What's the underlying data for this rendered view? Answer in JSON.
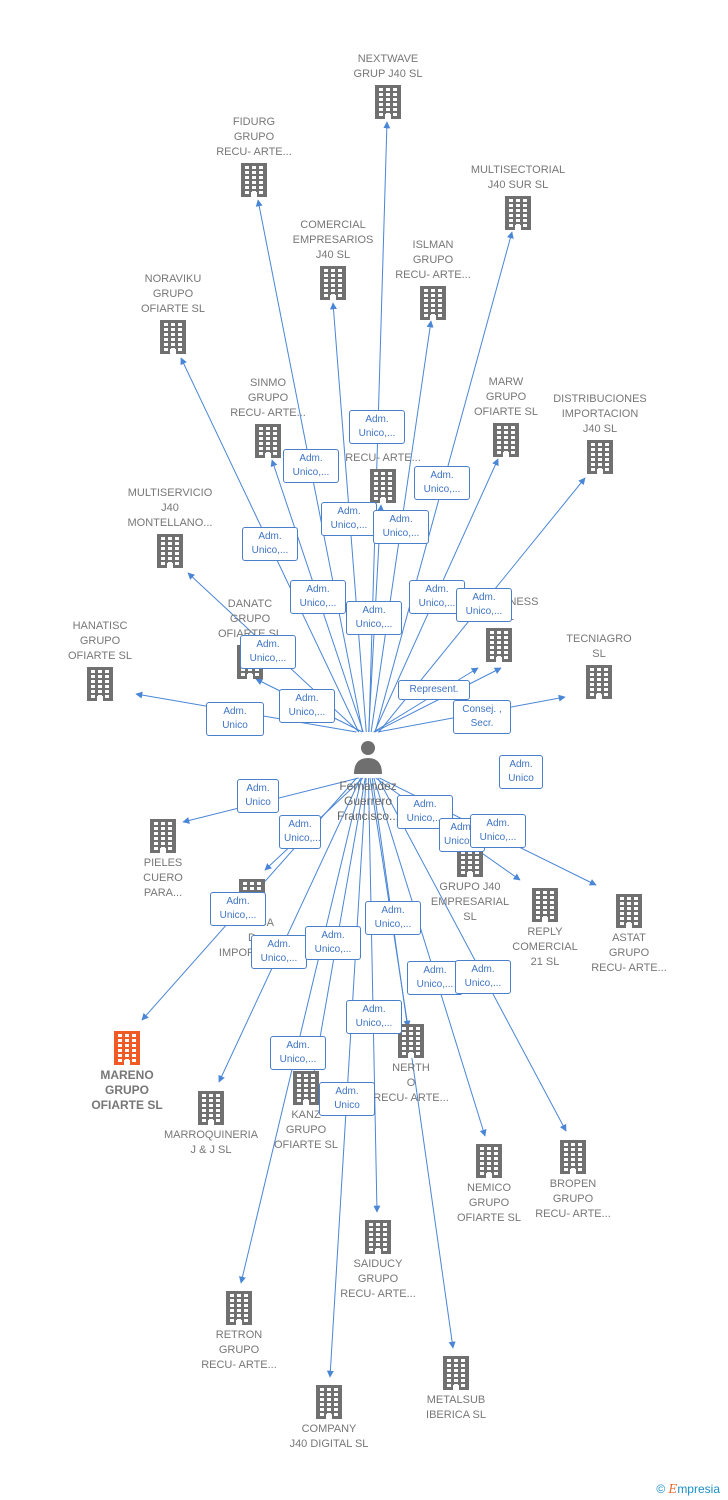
{
  "colors": {
    "edge": "#4a86d6",
    "building": "#707070",
    "highlight": "#f05a24",
    "person": "#6f6f6f"
  },
  "center": {
    "name": "Fernandez\nGuerrero\nFrancisco..."
  },
  "nodes": [
    {
      "id": "nextwave",
      "label": "NEXTWAVE\nGRUP J40  SL"
    },
    {
      "id": "fidurg",
      "label": "FIDURG\nGRUPO\nRECU- ARTE..."
    },
    {
      "id": "multisectorial",
      "label": "MULTISECTORIAL\nJ40 SUR  SL"
    },
    {
      "id": "comercial",
      "label": "COMERCIAL\nEMPRESARIOS\nJ40  SL"
    },
    {
      "id": "islman",
      "label": "ISLMAN\nGRUPO\nRECU- ARTE..."
    },
    {
      "id": "noraviku",
      "label": "NORAVIKU\nGRUPO\nOFIARTE  SL"
    },
    {
      "id": "sinmo",
      "label": "SINMO\nGRUPO\nRECU- ARTE..."
    },
    {
      "id": "marw",
      "label": "MARW\nGRUPO\nOFIARTE  SL"
    },
    {
      "id": "distribuciones",
      "label": "DISTRIBUCIONES\nIMPORTACION\nJ40  SL"
    },
    {
      "id": "recuarte",
      "label": "RECU- ARTE..."
    },
    {
      "id": "multiservicio",
      "label": "MULTISERVICIO\nJ40\nMONTELLANO..."
    },
    {
      "id": "techbusiness",
      "label": "ECHBUSINESS\nONAL"
    },
    {
      "id": "danatc",
      "label": "DANATC\nGRUPO\nOFIARTE  SL"
    },
    {
      "id": "hanatisc",
      "label": "HANATISC\nGRUPO\nOFIARTE  SL"
    },
    {
      "id": "tecniagro",
      "label": "TECNIAGRO\nSL"
    },
    {
      "id": "pieles",
      "label": "PIELES\nCUERO\nPARA..."
    },
    {
      "id": "grupoj40",
      "label": "GRUPO J40\nEMPRESARIAL\nSL"
    },
    {
      "id": "reply",
      "label": "REPLY\nCOMERCIAL\n21 SL"
    },
    {
      "id": "astat",
      "label": "ASTAT\nGRUPO\nRECU- ARTE..."
    },
    {
      "id": "iberica",
      "label": "IBERICA\nD\nIMPORTAC..."
    },
    {
      "id": "mareno",
      "label": "MARENO\nGRUPO\nOFIARTE  SL"
    },
    {
      "id": "marroquineria",
      "label": "MARROQUINERIA\nJ & J  SL"
    },
    {
      "id": "kanz",
      "label": "KANZ\nGRUPO\nOFIARTE  SL"
    },
    {
      "id": "nerth",
      "label": "NERTH\nO\nRECU- ARTE..."
    },
    {
      "id": "nemico",
      "label": "NEMICO\nGRUPO\nOFIARTE  SL"
    },
    {
      "id": "bropen",
      "label": "BROPEN\nGRUPO\nRECU- ARTE..."
    },
    {
      "id": "saiducy",
      "label": "SAIDUCY\nGRUPO\nRECU- ARTE..."
    },
    {
      "id": "retron",
      "label": "RETRON\nGRUPO\nRECU- ARTE..."
    },
    {
      "id": "metalsub",
      "label": "METALSUB\nIBERICA SL"
    },
    {
      "id": "company",
      "label": "COMPANY\nJ40 DIGITAL  SL"
    }
  ],
  "edge_labels": [
    "Adm.\nUnico,...",
    "Adm.\nUnico,...",
    "Adm.\nUnico,...",
    "Adm.\nUnico,...",
    "Adm.\nUnico,...",
    "Adm.\nUnico,...",
    "Adm.\nUnico,...",
    "Adm.\nUnico,...",
    "Adm.\nUnico,...",
    "Adm.\nUnico,...",
    "Adm.\nUnico,...",
    "Adm.\nUnico,...",
    "Represent.",
    "Consej. ,\nSecr.",
    "Adm.\nUnico",
    "Adm.\nUnico",
    "Adm.\nUnico",
    "Adm.\nUnico,...",
    "Adm.\nUnico,...",
    "Adm.\nUnico,...",
    "Adm.\nUnico,...",
    "Adm.\nUnico,...",
    "Adm.\nUnico,...",
    "Adm.\nUnico,...",
    "Adm.\nUnico,...",
    "Adm.\nUnico,...",
    "Adm.\nUnico,...",
    "Adm.\nUnico,...",
    "Adm.\nUnico,...",
    "Adm.\nUnico"
  ],
  "footer": {
    "copyright": "©",
    "brand_first": "E",
    "brand_rest": "mpresia"
  }
}
